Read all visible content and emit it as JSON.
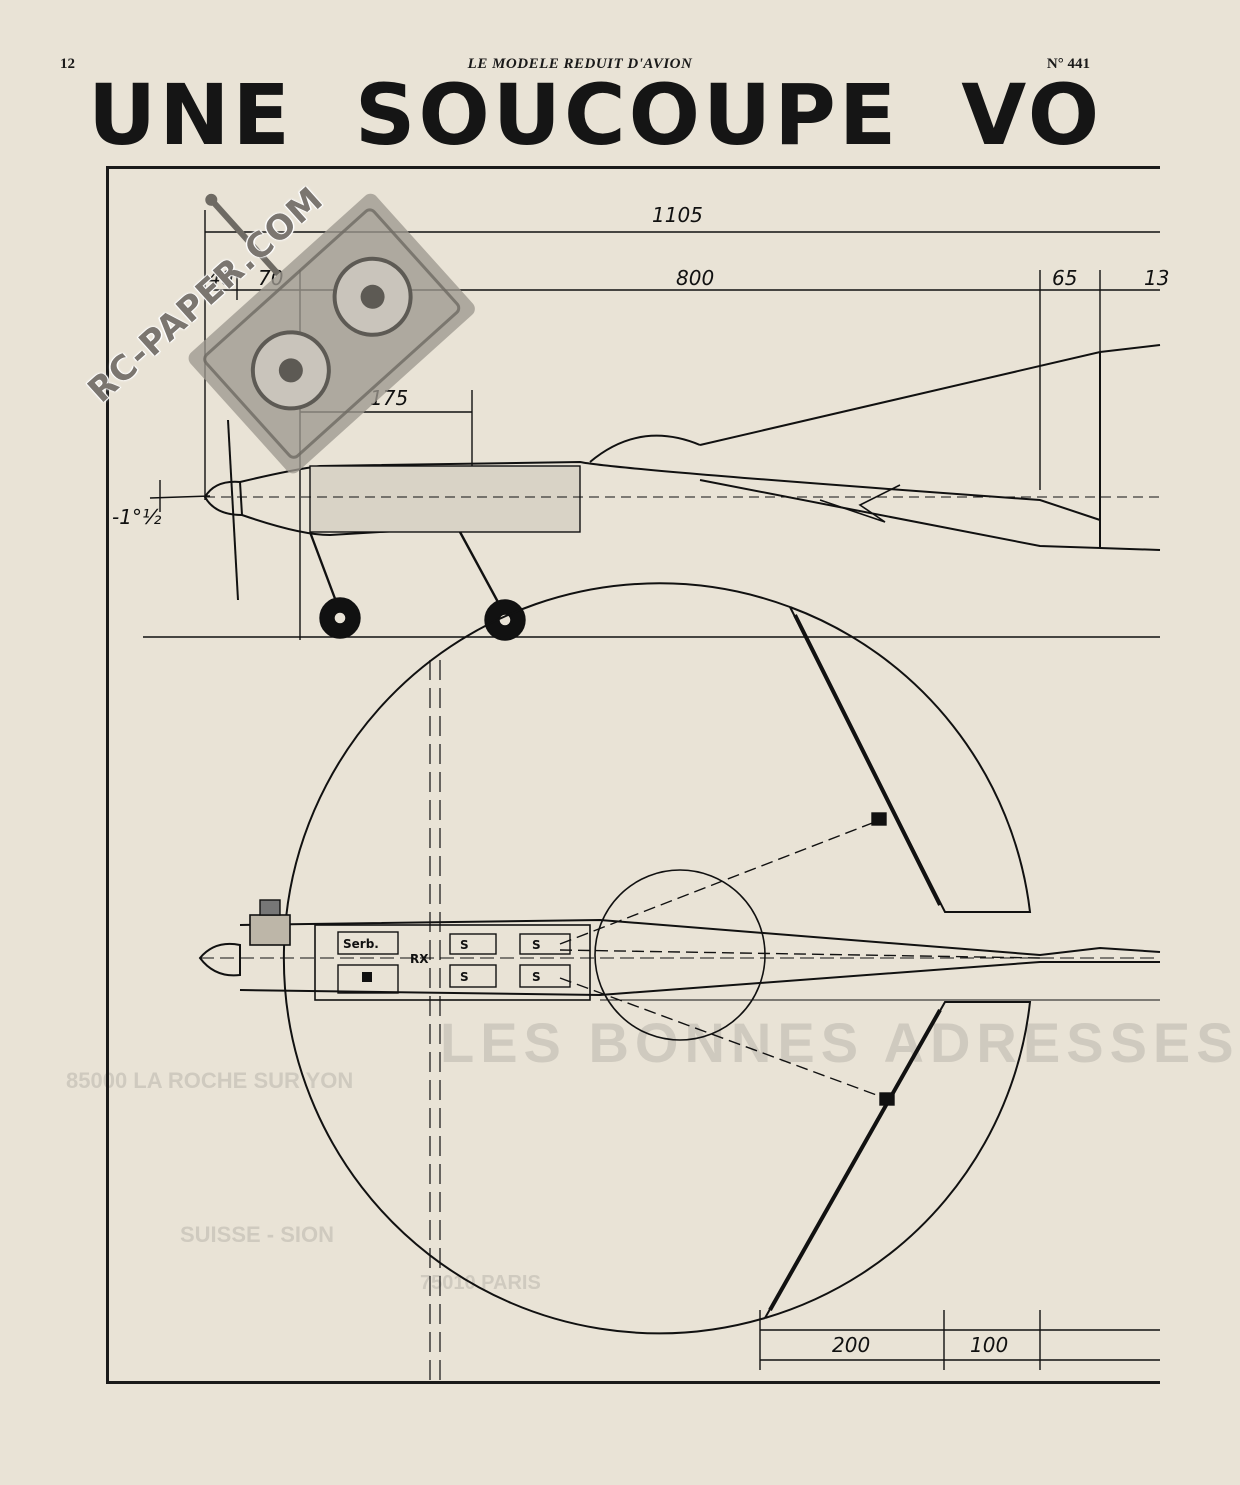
{
  "header": {
    "page_number": "12",
    "running_title": "LE MODELE REDUIT D'AVION",
    "issue": "N° 441"
  },
  "headline": {
    "word1": "UNE",
    "word2": "SOUCOUPE",
    "word3": "VO"
  },
  "dimensions": {
    "overall": "1105",
    "d40": "40",
    "d70": "70",
    "d800": "800",
    "d65": "65",
    "d13": "13",
    "d175": "175",
    "angle": "-1°½",
    "d200": "200",
    "d100": "100"
  },
  "components": {
    "serb": "Serb.",
    "rx": "RX",
    "s1": "S",
    "s2": "S",
    "s3": "S",
    "s4": "S"
  },
  "ghost_text": {
    "dealers_heading": "LES BONNES ADRESSES",
    "city1": "85000 LA ROCHE SUR YON",
    "country": "SUISSE - SION",
    "city2": "75010 PARIS"
  },
  "watermark": {
    "text": "RC-PAPER.COM"
  }
}
